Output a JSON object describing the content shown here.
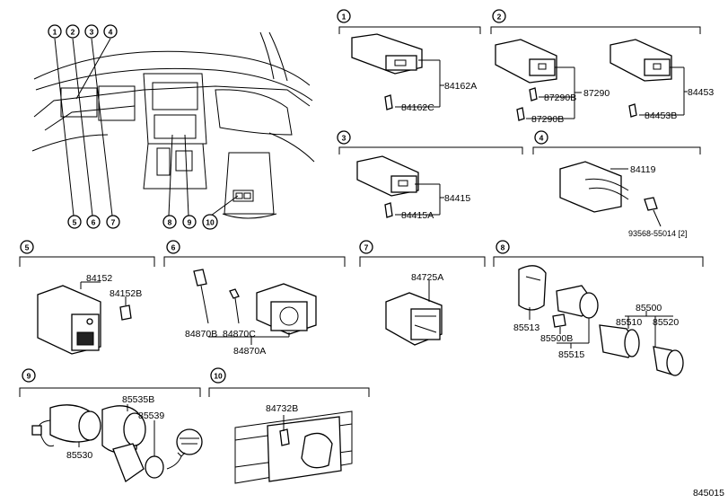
{
  "diagram_id": "845015",
  "sections": [
    {
      "num": "1",
      "parts": [
        "84162A",
        "84162C"
      ]
    },
    {
      "num": "2",
      "parts": [
        "87290",
        "87290B",
        "87290B",
        "84453",
        "84453B"
      ]
    },
    {
      "num": "3",
      "parts": [
        "84415",
        "84415A"
      ]
    },
    {
      "num": "4",
      "parts": [
        "84119",
        "93568-55014 [2]"
      ]
    },
    {
      "num": "5",
      "parts": [
        "84152",
        "84152B"
      ]
    },
    {
      "num": "6",
      "parts": [
        "84870B",
        "84870C",
        "84870A"
      ]
    },
    {
      "num": "7",
      "parts": [
        "84725A"
      ]
    },
    {
      "num": "8",
      "parts": [
        "85513",
        "85500B",
        "85515",
        "85500",
        "85510",
        "85520"
      ]
    },
    {
      "num": "9",
      "parts": [
        "85535B",
        "85539",
        "85530"
      ]
    },
    {
      "num": "10",
      "parts": [
        "84732B"
      ]
    }
  ],
  "dashboard_callouts": [
    "1",
    "2",
    "3",
    "4",
    "5",
    "6",
    "7",
    "8",
    "9",
    "10"
  ]
}
